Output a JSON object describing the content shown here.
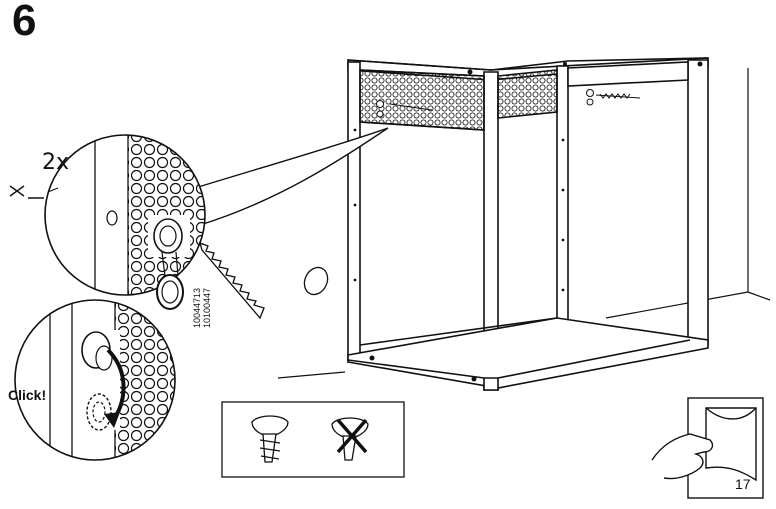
{
  "step": {
    "number": "6"
  },
  "detail_top": {
    "quantity": "2x"
  },
  "detail_bottom": {
    "action_label": "Click!"
  },
  "part_numbers": [
    "10044713",
    "10100447"
  ],
  "screw_correct": {
    "icon": "screw-correct-icon"
  },
  "screw_wrong": {
    "icon": "screw-wrong-icon"
  },
  "page_turn": {
    "icon": "page-turn-icon",
    "page_number": "17"
  }
}
